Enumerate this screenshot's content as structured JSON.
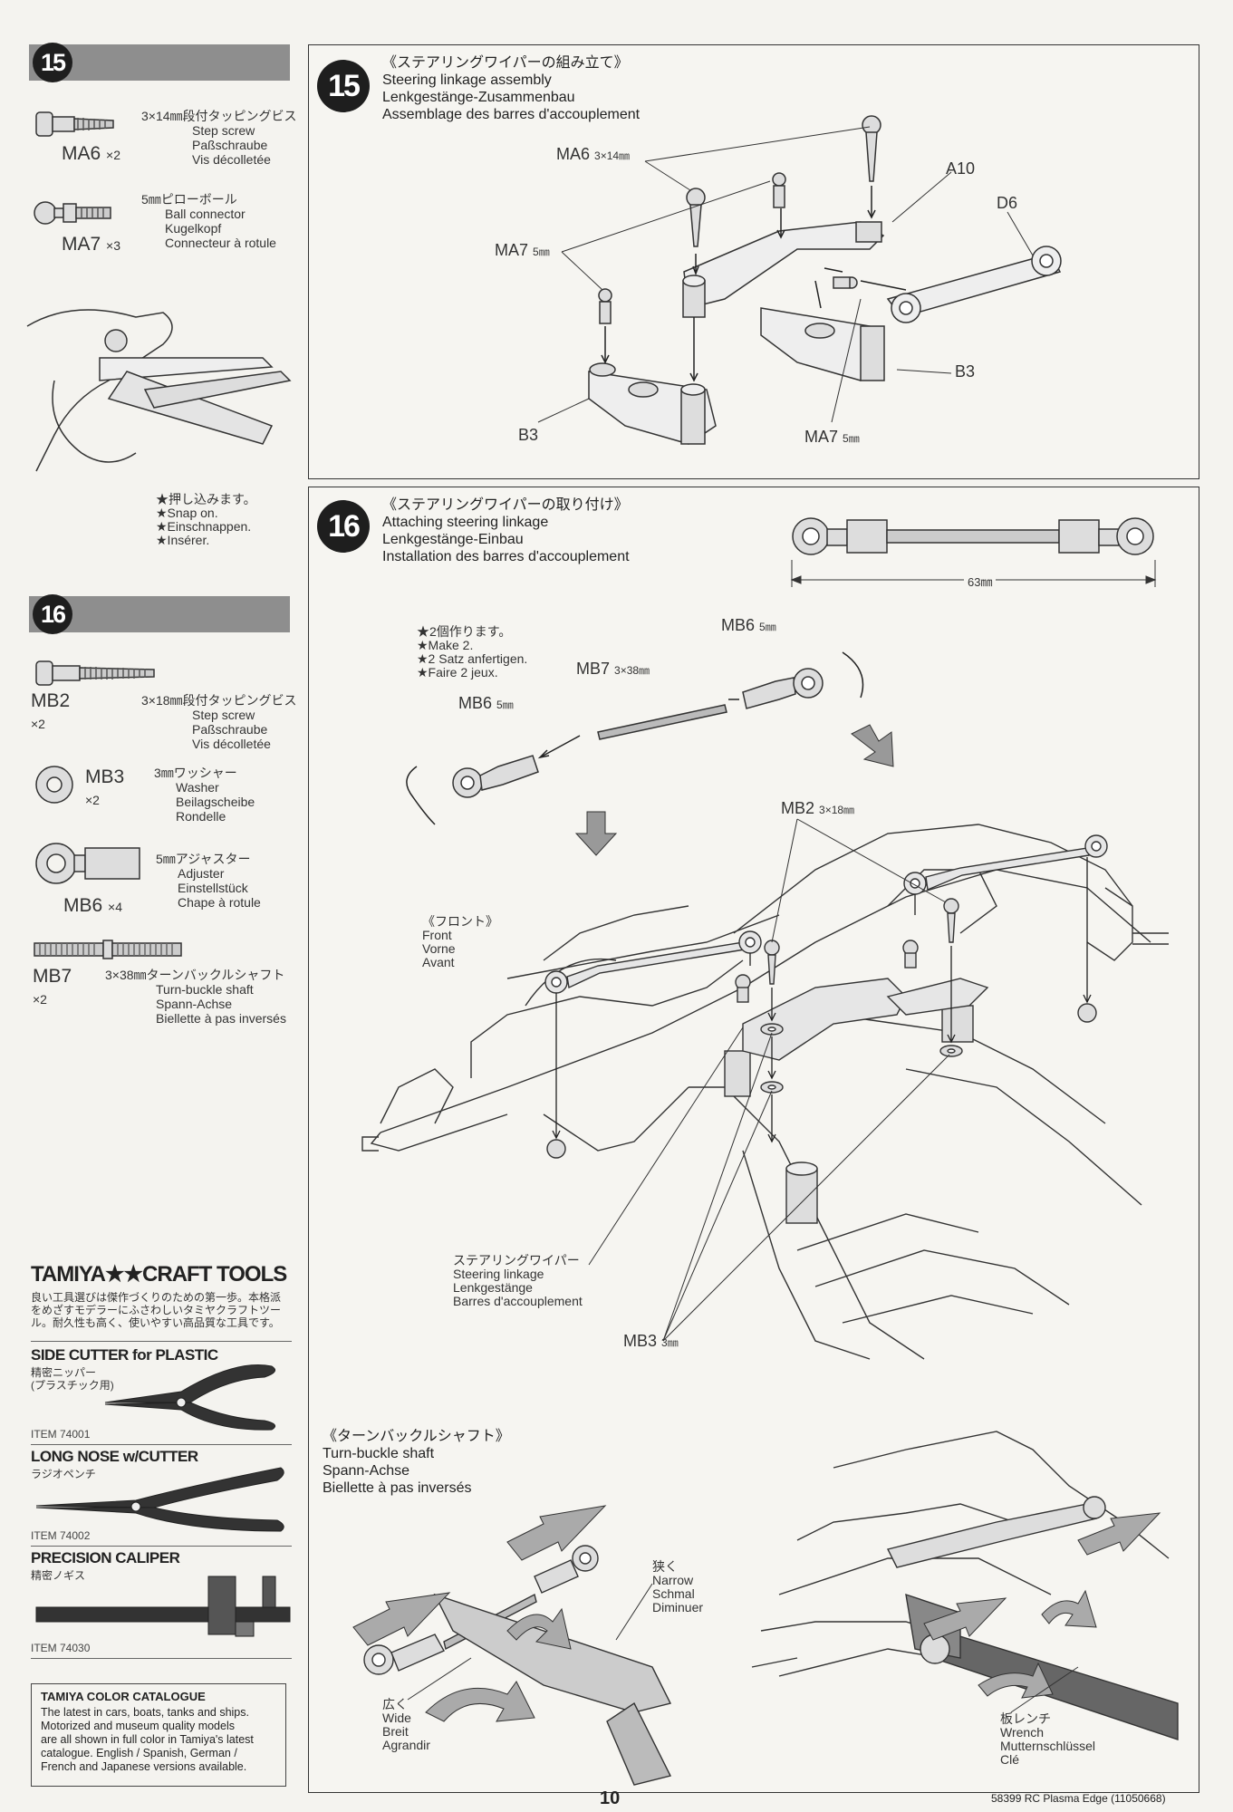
{
  "left": {
    "step15": {
      "number": "15",
      "parts": [
        {
          "code": "MA6",
          "qty": "×2",
          "jp": "3×14㎜段付タッピングビス",
          "en": "Step screw",
          "de": "Paßschraube",
          "fr": "Vis décolletée"
        },
        {
          "code": "MA7",
          "qty": "×3",
          "jp": "5㎜ピローボール",
          "en": "Ball connector",
          "de": "Kugelkopf",
          "fr": "Connecteur à rotule"
        }
      ],
      "snap": [
        "★押し込みます。",
        "★Snap on.",
        "★Einschnappen.",
        "★Insérer."
      ]
    },
    "step16": {
      "number": "16",
      "parts": [
        {
          "code": "MB2",
          "qty": "×2",
          "jp": "3×18㎜段付タッピングビス",
          "en": "Step screw",
          "de": "Paßschraube",
          "fr": "Vis décolletée"
        },
        {
          "code": "MB3",
          "qty": "×2",
          "jp": "3㎜ワッシャー",
          "en": "Washer",
          "de": "Beilagscheibe",
          "fr": "Rondelle"
        },
        {
          "code": "MB6",
          "qty": "×4",
          "jp": "5㎜アジャスター",
          "en": "Adjuster",
          "de": "Einstellstück",
          "fr": "Chape à rotule"
        },
        {
          "code": "MB7",
          "qty": "×2",
          "jp": "3×38㎜ターンバックルシャフト",
          "en": "Turn-buckle shaft",
          "de": "Spann-Achse",
          "fr": "Biellette à pas inversés"
        }
      ]
    },
    "tools": {
      "title": "TAMIYA★★CRAFT TOOLS",
      "intro": [
        "良い工具選びは傑作づくりのための第一歩。本格派",
        "をめざすモデラーにふさわしいタミヤクラフトツー",
        "ル。耐久性も高く、使いやすい高品質な工具です。"
      ],
      "items": [
        {
          "name": "SIDE CUTTER for PLASTIC",
          "sub": [
            "精密ニッパー",
            "(プラスチック用)"
          ],
          "item": "ITEM 74001"
        },
        {
          "name": "LONG NOSE w/CUTTER",
          "sub": [
            "ラジオペンチ"
          ],
          "item": "ITEM 74002"
        },
        {
          "name": "PRECISION CALIPER",
          "sub": [
            "精密ノギス"
          ],
          "item": "ITEM 74030"
        }
      ]
    },
    "catalogue": {
      "title": "TAMIYA COLOR CATALOGUE",
      "lines": [
        "The latest in cars, boats, tanks and ships.",
        "Motorized and museum quality models",
        "are all shown in full color in Tamiya's latest",
        "catalogue. English / Spanish, German /",
        "French and Japanese versions available."
      ]
    }
  },
  "panel15": {
    "number": "15",
    "title": [
      "《ステアリングワイパーの組み立て》",
      "Steering linkage assembly",
      "Lenkgestänge-Zusammenbau",
      "Assemblage des barres d'accouplement"
    ],
    "labels": {
      "ma6": "MA6",
      "ma6_size": "3×14㎜",
      "a10": "A10",
      "d6": "D6",
      "ma7a": "MA7",
      "ma7a_size": "5㎜",
      "b3a": "B3",
      "b3b": "B3",
      "ma7b": "MA7",
      "ma7b_size": "5㎜"
    }
  },
  "panel16": {
    "number": "16",
    "title": [
      "《ステアリングワイパーの取り付け》",
      "Attaching steering linkage",
      "Lenkgestänge-Einbau",
      "Installation des barres d'accouplement"
    ],
    "dimension": "63㎜",
    "make": [
      "★2個作ります。",
      "★Make 2.",
      "★2 Satz anfertigen.",
      "★Faire 2 jeux."
    ],
    "labels": {
      "mb6a": "MB6",
      "mb6a_size": "5㎜",
      "mb6b": "MB6",
      "mb6b_size": "5㎜",
      "mb7": "MB7",
      "mb7_size": "3×38㎜",
      "mb2": "MB2",
      "mb2_size": "3×18㎜",
      "mb3": "MB3",
      "mb3_size": "3㎜"
    },
    "front": [
      "《フロント》",
      "Front",
      "Vorne",
      "Avant"
    ],
    "linkage": [
      "ステアリングワイパー",
      "Steering linkage",
      "Lenkgestänge",
      "Barres d'accouplement"
    ],
    "turnbuckle": [
      "《ターンバックルシャフト》",
      "Turn-buckle shaft",
      "Spann-Achse",
      "Biellette à pas inversés"
    ],
    "narrow": [
      "狭く",
      "Narrow",
      "Schmal",
      "Diminuer"
    ],
    "wide": [
      "広く",
      "Wide",
      "Breit",
      "Agrandir"
    ],
    "wrench": [
      "板レンチ",
      "Wrench",
      "Mutternschlüssel",
      "Clé"
    ]
  },
  "footer": {
    "page": "10",
    "code": "58399 RC Plasma Edge (11050668)"
  }
}
